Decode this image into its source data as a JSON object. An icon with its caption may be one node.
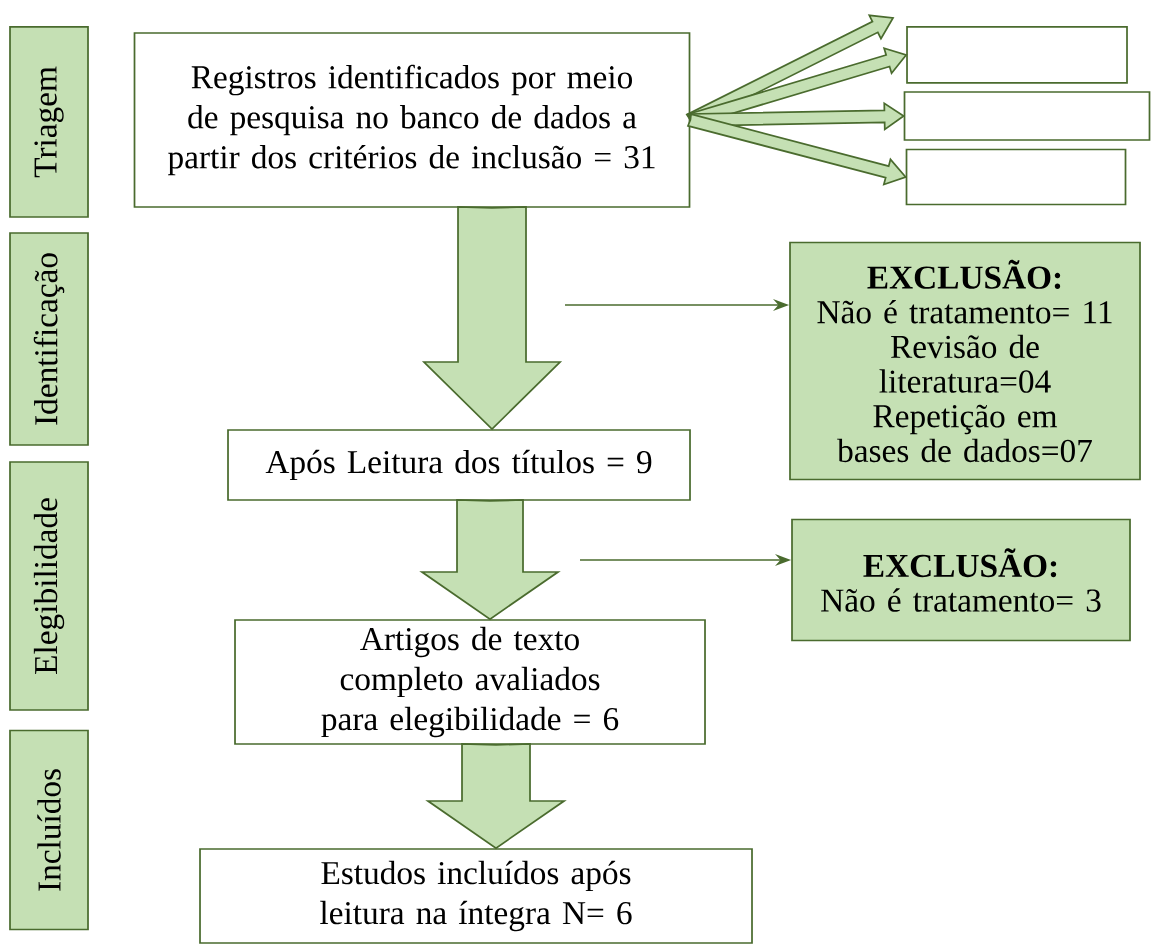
{
  "diagram": {
    "nodes": [
      {
        "text": [
          "Triagem"
        ]
      },
      {
        "text": [
          "Identificação"
        ]
      },
      {
        "text": [
          "Elegibilidade"
        ]
      },
      {
        "text": [
          "Incluídos"
        ]
      },
      {
        "text": [
          "Registros identificados por meio de pesquisa no banco de dados a partir dos critérios de inclusão = 31"
        ]
      },
      {
        "text": [],
        "shape": "box"
      },
      {
        "text": [],
        "shape": "box"
      },
      {
        "text": [],
        "shape": "box"
      },
      {
        "text": [
          "Após Leitura dos títulos = 9"
        ]
      },
      {
        "text": [
          "EXCLUSÃO:",
          "Não é tratamento= 11",
          "Revisão de literatura=04",
          "Repetição em bases de dados=07"
        ]
      },
      {
        "text": [
          "Artigos de texto completo avaliados para elegibilidade = 6"
        ]
      },
      {
        "text": [
          "EXCLUSÃO:",
          "Não é tratamento= 3"
        ]
      },
      {
        "text": [
          "Estudos incluídos após leitura na íntegra N= 6"
        ]
      }
    ],
    "edges": [
      {
        "from": 4,
        "to": null,
        "arrow": "to",
        "style": "thick"
      },
      {
        "from": 4,
        "to": 5,
        "arrow": "to",
        "style": "thick"
      },
      {
        "from": 4,
        "to": 6,
        "arrow": "to",
        "style": "thick"
      },
      {
        "from": 4,
        "to": 7,
        "arrow": "to",
        "style": "thick"
      },
      {
        "from": 4,
        "to": 8,
        "arrow": "to",
        "style": "thick"
      },
      {
        "from": null,
        "to": 9,
        "arrow": "to"
      },
      {
        "from": 8,
        "to": 10,
        "arrow": "to",
        "style": "thick"
      },
      {
        "from": null,
        "to": 11,
        "arrow": "to"
      },
      {
        "from": 10,
        "to": 12,
        "arrow": "to",
        "style": "thick"
      }
    ]
  }
}
